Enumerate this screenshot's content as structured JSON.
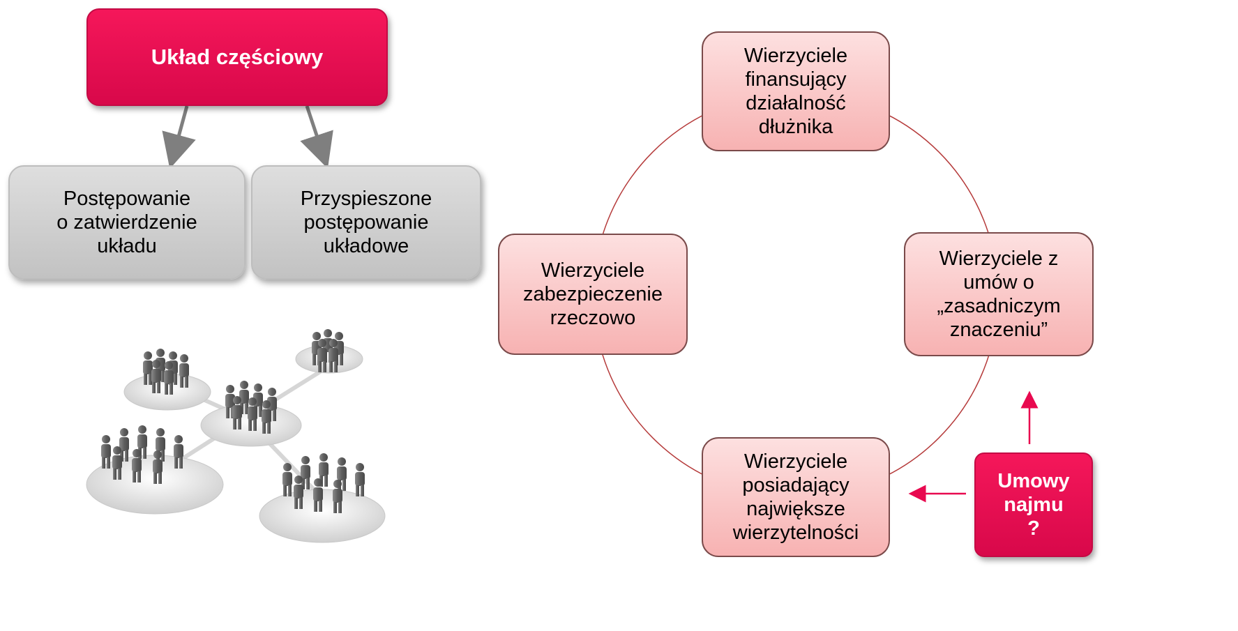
{
  "left": {
    "top_box": "Układ częściowy",
    "children": [
      "Postępowanie\no zatwierdzenie\nukładu",
      "Przyspieszone\npostępowanie\nukładowe"
    ]
  },
  "cycle": {
    "top": "Wierzyciele\nfinansujący\ndziałalność\ndłużnika",
    "right": "Wierzyciele z\numów o\n„zasadniczym\nznaczeniu”",
    "bottom": "Wierzyciele\nposiadający\nnajwiększe\nwierzytelności",
    "left": "Wierzyciele\nzabezpieczenie\nrzeczowo"
  },
  "callout": "Umowy\nnajmu\n?",
  "colors": {
    "accent_red": "#e8094f",
    "pink_fill": "#f9c4c4",
    "gray_fill": "#cfcfcf",
    "circle_stroke": "#b53a3a"
  },
  "icons": {
    "image": "people-network-illustration"
  }
}
